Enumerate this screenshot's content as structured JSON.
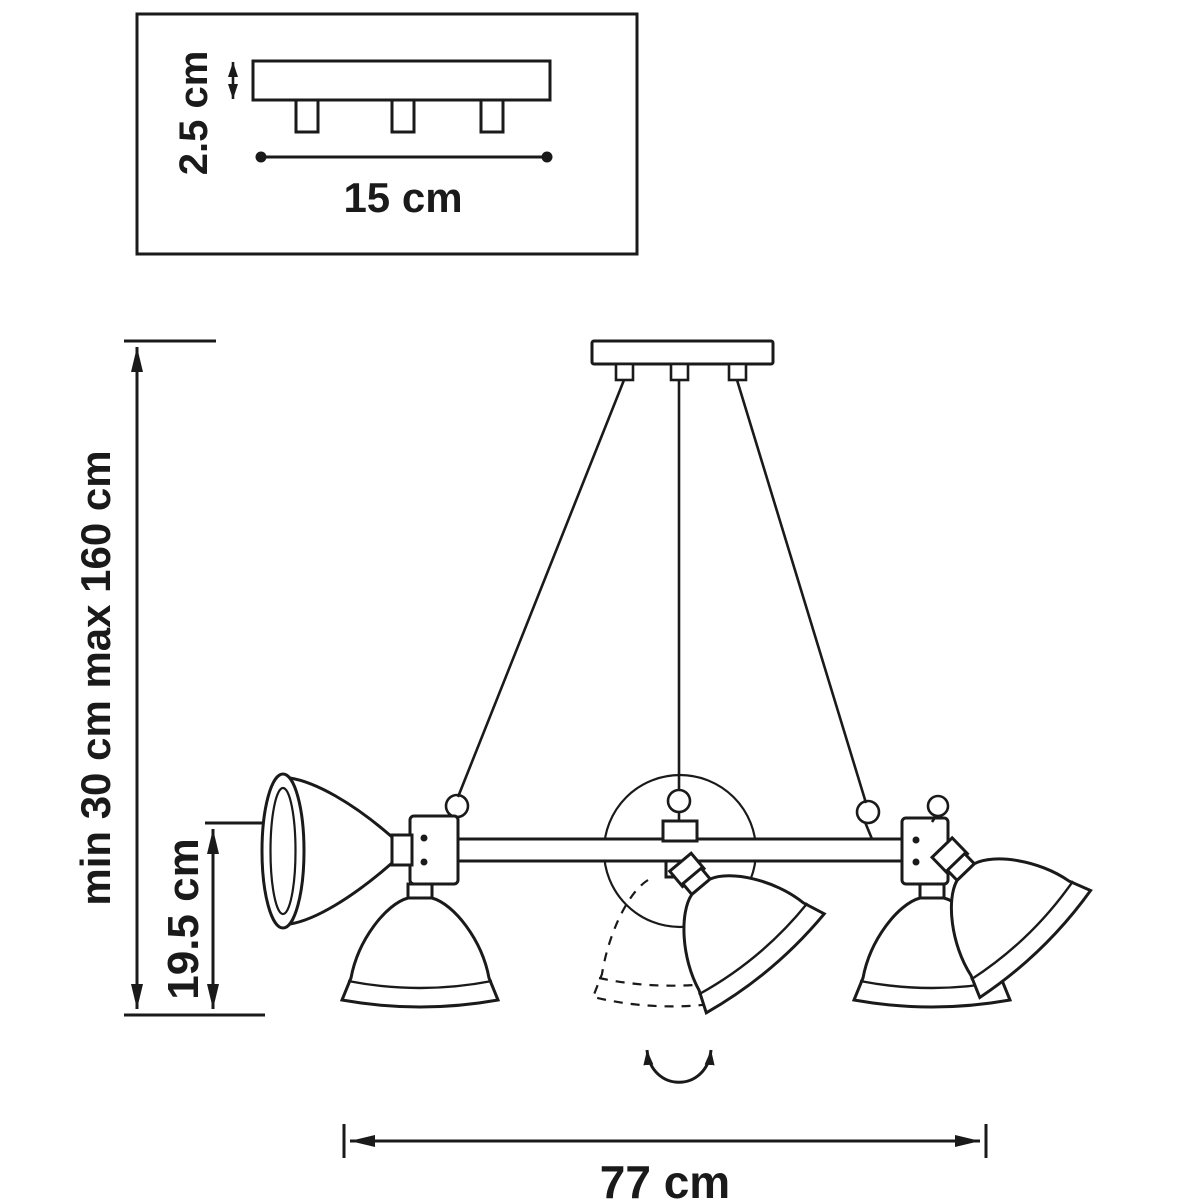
{
  "colors": {
    "line": "#1a1a1a",
    "background": "#ffffff"
  },
  "labels": {
    "plate_height": "2.5 cm",
    "plate_width": "15 cm",
    "drop_range": "min 30 cm max 160 cm",
    "shade_height": "19.5 cm",
    "fixture_width": "77 cm"
  }
}
